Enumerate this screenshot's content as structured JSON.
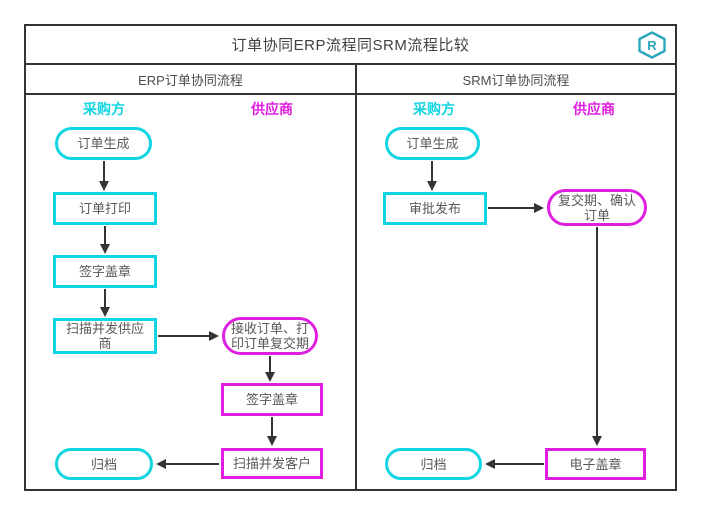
{
  "title": "订单协同ERP流程同SRM流程比较",
  "logo": {
    "letter": "R",
    "color": "#2ba7bd"
  },
  "colors": {
    "buyer_accent": "#12d5e4",
    "supplier_accent": "#e01ee0",
    "line": "#333333",
    "border": "#333333"
  },
  "erp": {
    "header": "ERP订单协同流程",
    "buyer_label": "采购方",
    "supplier_label": "供应商",
    "nodes": {
      "start": "订单生成",
      "print": "订单打印",
      "sign": "签字盖章",
      "scan_supplier": "扫描并发供应商",
      "receive": "接收订单、打印订单复交期",
      "supplier_sign": "签字盖章",
      "scan_customer": "扫描并发客户",
      "archive": "归档"
    },
    "edges": [
      "start->print",
      "print->sign",
      "sign->scan_supplier",
      "scan_supplier->receive",
      "receive->supplier_sign",
      "supplier_sign->scan_customer",
      "scan_customer->archive"
    ]
  },
  "srm": {
    "header": "SRM订单协同流程",
    "buyer_label": "采购方",
    "supplier_label": "供应商",
    "nodes": {
      "start": "订单生成",
      "approve": "审批发布",
      "confirm": "复交期、确认订单",
      "eseal": "电子盖章",
      "archive": "归档"
    },
    "edges": [
      "start->approve",
      "approve->confirm",
      "confirm->eseal",
      "eseal->archive"
    ]
  }
}
